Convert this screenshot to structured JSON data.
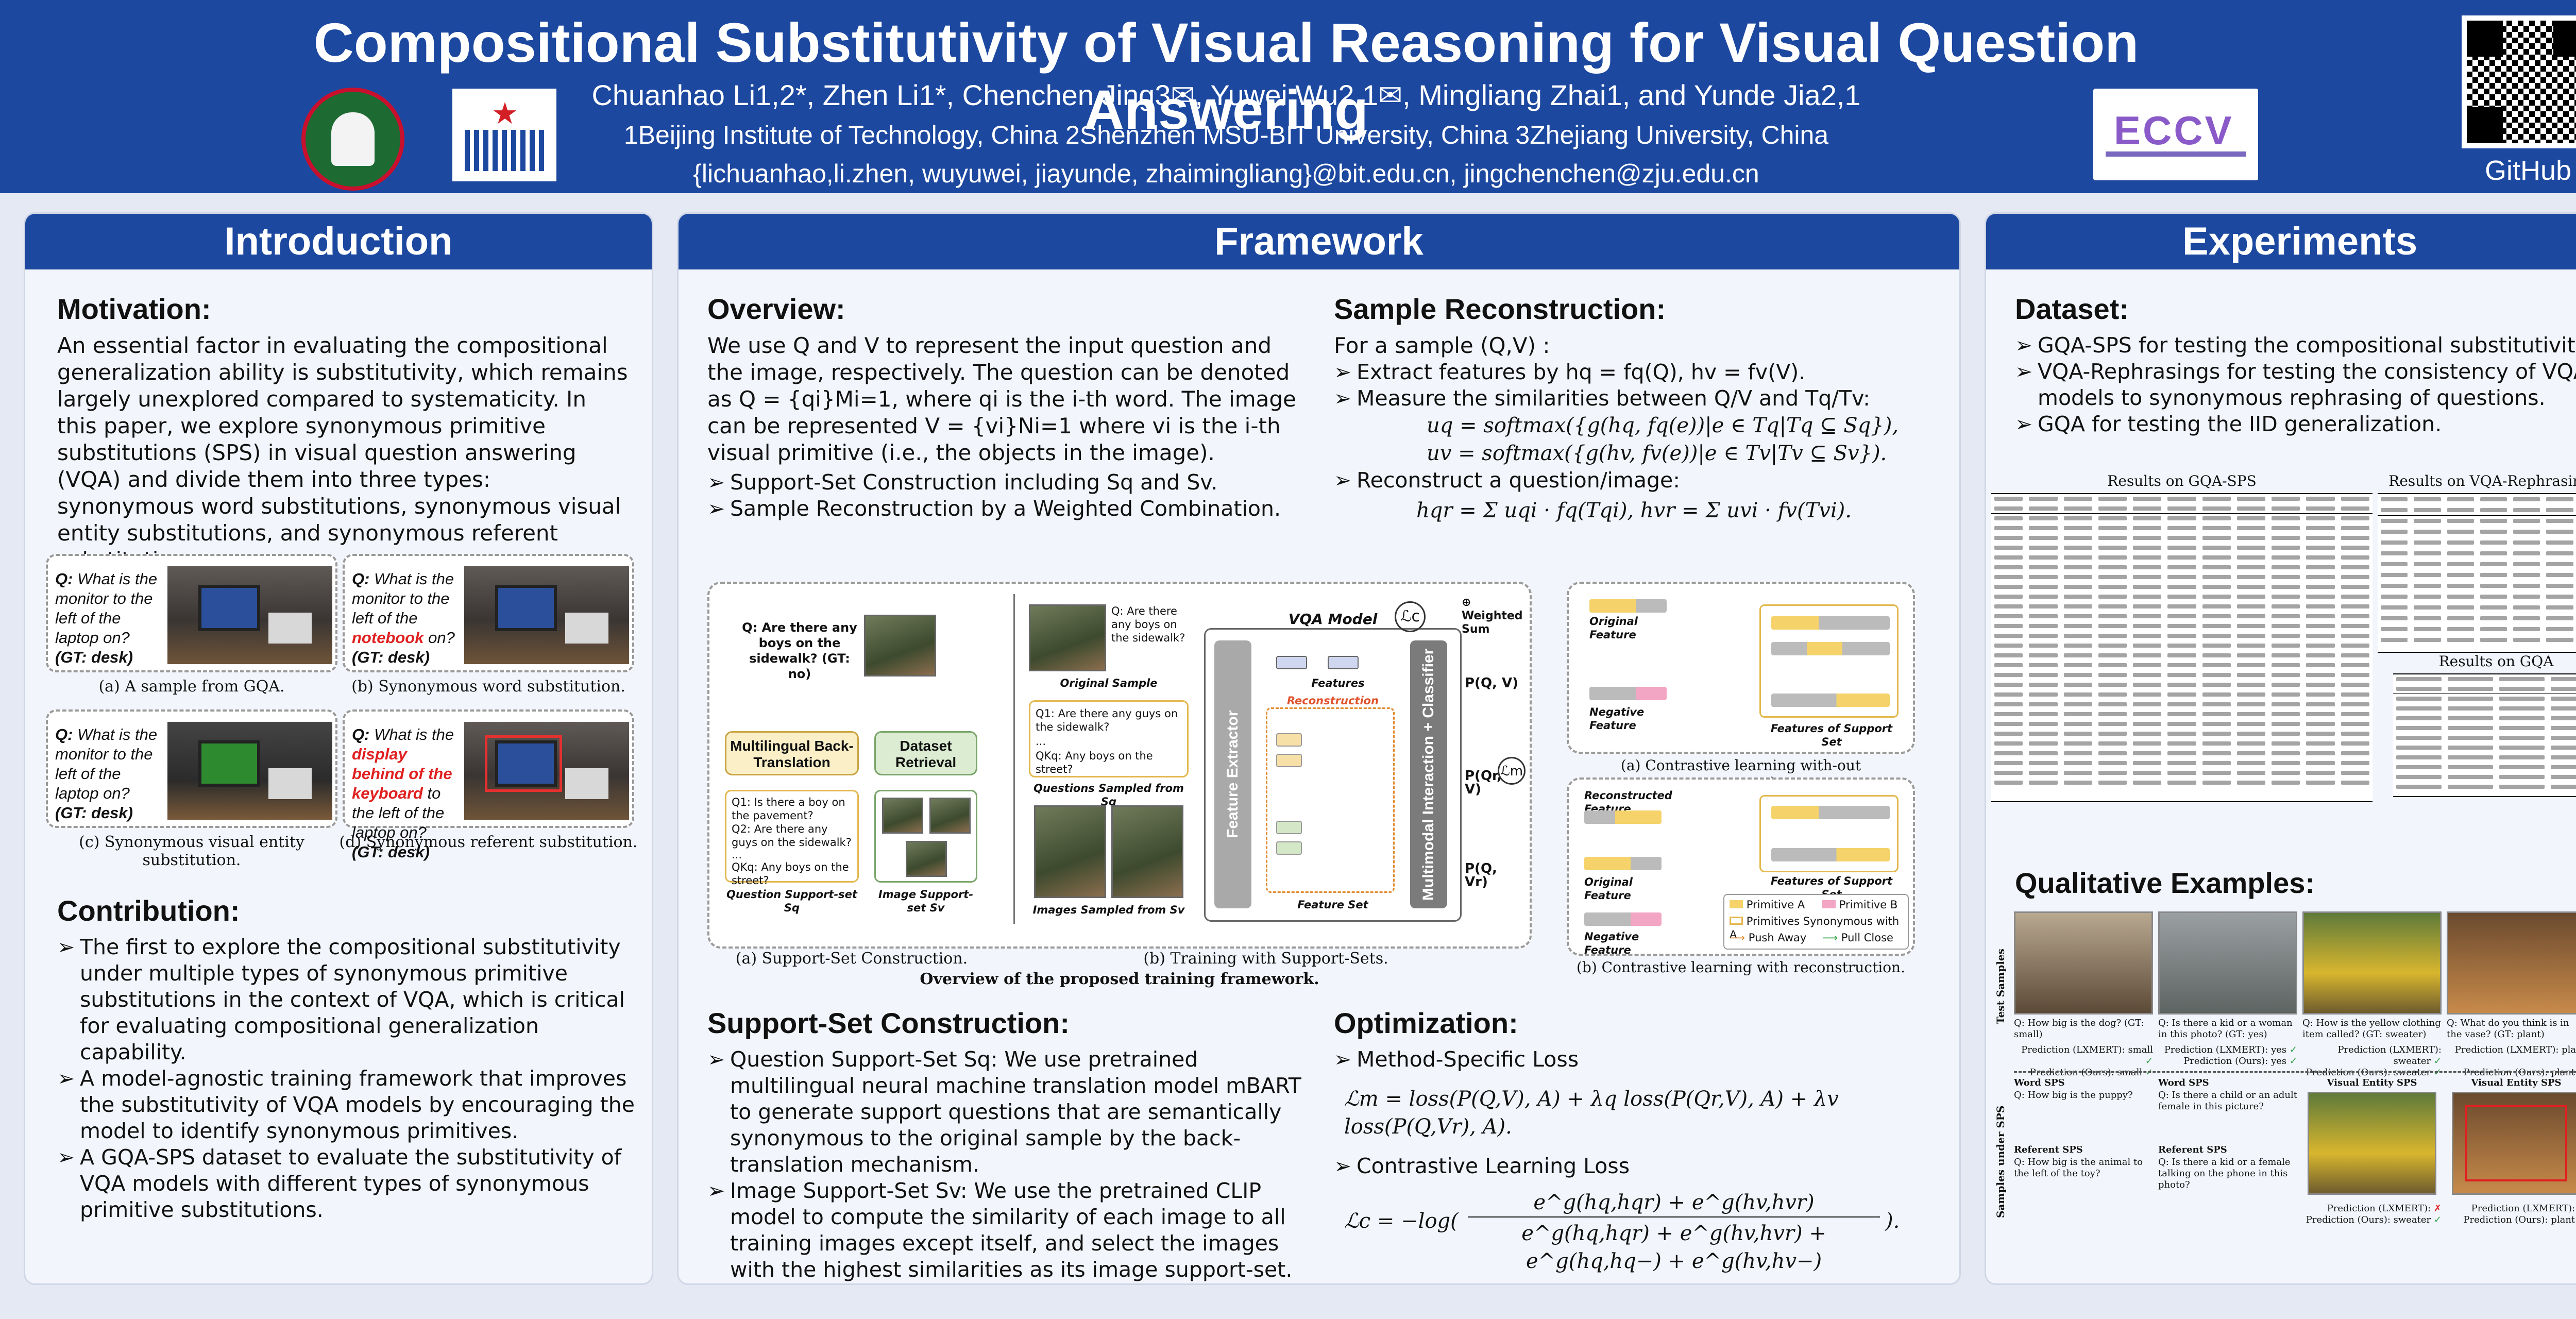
{
  "header": {
    "title": "Compositional Substitutivity of Visual Reasoning for Visual Question Answering",
    "authors": "Chuanhao Li1,2*, Zhen Li1*, Chenchen Jing3✉, Yuwei Wu2,1✉, Mingliang Zhai1, and Yunde Jia2,1",
    "affiliations": "1Beijing Institute of Technology, China 2Shenzhen MSU-BIT University, China 3Zhejiang University, China",
    "emails": "{lichuanhao,li.zhen, wuyuwei, jiayunde, zhaimingliang}@bit.edu.cn, jingchenchen@zju.edu.cn",
    "github_label": "GitHub",
    "conference_mark": "ECCV"
  },
  "introduction": {
    "heading": "Introduction",
    "motivation_title": "Motivation:",
    "motivation_text": "An essential factor in evaluating the compositional generalization ability is substitutivity, which remains largely unexplored compared to systematicity. In this paper, we explore synonymous primitive substitutions (SPS) in visual question answering (VQA) and divide them into three types: synonymous word substitutions, synonymous visual entity substitutions, and synonymous referent substitutions.",
    "examples": [
      {
        "q_prefix": "Q:",
        "question": "What is the monitor to the left of the laptop on?",
        "gt": "(GT: desk)",
        "caption": "(a) A sample from GQA."
      },
      {
        "q_prefix": "Q:",
        "question_a": "What is the monitor to the left of the",
        "highlight": "notebook",
        "question_b": "on?",
        "gt": "(GT: desk)",
        "caption": "(b) Synonymous word substitution."
      },
      {
        "q_prefix": "Q:",
        "question": "What is the monitor to the left of the laptop on?",
        "gt": "(GT: desk)",
        "caption": "(c) Synonymous visual entity substitution."
      },
      {
        "q_prefix": "Q:",
        "question_a": "What is the",
        "highlight": "display behind of the keyboard",
        "question_b": "to the left of the laptop on?",
        "gt": "(GT: desk)",
        "caption": "(d) Synonymous referent substitution."
      }
    ],
    "contribution_title": "Contribution:",
    "contributions": [
      "The first to explore the compositional substitutivity under multiple types of synonymous primitive substitutions in the context of VQA, which is critical for evaluating compositional generalization capability.",
      "A model-agnostic training framework that improves the substitutivity of VQA models by encouraging the model to identify synonymous primitives.",
      "A GQA-SPS dataset to evaluate the substitutivity of VQA models with different types of synonymous primitive substitutions."
    ]
  },
  "framework": {
    "heading": "Framework",
    "overview_title": "Overview:",
    "overview_text": "We use Q and V to represent the input question and the image, respectively. The question can be denoted as Q = {qi}Mi=1, where qi is the i-th word. The image can be represented V = {vi}Ni=1 where vi is the i-th visual primitive (i.e., the objects in the image).",
    "overview_bullets": [
      "Support-Set Construction including Sq and Sv.",
      "Sample Reconstruction by a Weighted Combination."
    ],
    "recon_title": "Sample Reconstruction:",
    "recon_intro": "For a sample (Q,V) :",
    "recon_bullet1": "Extract features by hq = fq(Q), hv = fv(V).",
    "recon_bullet2": "Measure the similarities between Q/V and Tq/Tv:",
    "recon_eq1": "uq = softmax({g(hq, fq(e))|e ∈ Tq|Tq ⊆ Sq}),",
    "recon_eq2": "uv = softmax({g(hv, fv(e))|e ∈ Tv|Tv ⊆ Sv}).",
    "recon_bullet3": "Reconstruct a question/image:",
    "recon_eq3": "hqr = Σ uqi · fq(Tqi),  hvr = Σ uvi · fv(Tvi).",
    "figure": {
      "question_box": "Q: Are there any boys on the sidewalk? (GT: no)",
      "mbt_label": "Multilingual Back-Translation",
      "retrieval_label": "Dataset Retrieval",
      "q_support_lines": [
        "Q1: Is there a boy on the pavement?",
        "Q2: Are there any guys on the sidewalk?",
        "...",
        "QKq: Any boys on the street?"
      ],
      "q_support_label": "Question Support-set Sq",
      "img_support_label": "Image Support-set Sv",
      "orig_sample": "Original Sample",
      "orig_q": "Q: Are there any boys on the sidewalk?",
      "sampled_q_label": "Questions Sampled from Sq",
      "sampled_q_lines": [
        "Q1: Are there any guys on the sidewalk?",
        "...",
        "QKq: Any boys on the street?"
      ],
      "sampled_img_label": "Images Sampled from Sv",
      "vqa_model": "VQA Model",
      "feature_extractor": "Feature Extractor",
      "interaction": "Multimodal Interaction + Classifier",
      "features": "Features",
      "reconstruction": "Reconstruction",
      "feature_set": "Feature Set",
      "weighted_sum": "Weighted Sum",
      "outputs": [
        "P(Q, V)",
        "P(Qr, V)",
        "P(Q, Vr)"
      ],
      "cap_a": "(a) Support-Set Construction.",
      "cap_b": "(b) Training with Support-Sets.",
      "caption": "Overview of the proposed training framework."
    },
    "contrast": {
      "original_feature": "Original Feature",
      "negative_feature": "Negative Feature",
      "support_features": "Features of Support Set",
      "cap_a": "(a) Contrastive learning with-out reconstruction.",
      "reconstructed_feature": "Reconstructed Feature",
      "legend": [
        "Primitive A",
        "Primitive B",
        "Primitives Synonymous with A",
        "Push Away",
        "Pull Close"
      ],
      "cap_b": "(b) Contrastive learning with reconstruction."
    },
    "support_title": "Support-Set Construction:",
    "support_bullets": [
      "Question Support-Set Sq: We use pretrained multilingual neural machine translation model mBART to generate support questions that are semantically synonymous to the original sample by the back-translation mechanism.",
      "Image Support-Set Sv: We use the pretrained CLIP model to compute the similarity of each image to all training images except itself, and select the images with the highest similarities as its image support-set."
    ],
    "opt_title": "Optimization:",
    "opt_bullet1": "Method-Specific Loss",
    "opt_eq1": "ℒm = loss(P(Q,V), A) + λq loss(P(Qr,V), A) + λv loss(P(Q,Vr), A).",
    "opt_bullet2": "Contrastive Learning Loss",
    "opt_eq2_num": "e^g(hq,hqr) + e^g(hv,hvr)",
    "opt_eq2_lhs": "ℒc = −log(",
    "opt_eq2_den": "e^g(hq,hqr) + e^g(hv,hvr) + e^g(hq,hq−) + e^g(hv,hv−)",
    "opt_eq2_rhs": ")."
  },
  "experiments": {
    "heading": "Experiments",
    "dataset_title": "Dataset:",
    "dataset_bullets": [
      "GQA-SPS for testing the compositional substitutivity.",
      "VQA-Rephrasings for testing the consistency of VQA models to synonymous rephrasing of questions.",
      "GQA for testing the IID generalization."
    ],
    "table1_title": "Results on GQA-SPS",
    "table2_title": "Results on VQA-Rephrasings",
    "table3_title": "Results on GQA",
    "qual_title": "Qualitative Examples:",
    "qual_rows": [
      "Test Samples",
      "Samples under SPS"
    ],
    "qual_captions": [
      "Q: How big is the dog? (GT: small)",
      "Q: Is there a kid or a woman in this photo? (GT: yes)",
      "Q: How is the yellow clothing item called? (GT: sweater)",
      "Q: What do you think is in the vase? (GT: plant)"
    ],
    "qual_sps_labels": [
      "Word SPS",
      "Word SPS",
      "Visual Entity SPS",
      "Visual Entity SPS"
    ],
    "qual_sps_questions": [
      "Q: How big is the puppy?",
      "Q: Is there a child or an adult female in this picture?"
    ],
    "qual_ref_labels": [
      "Referent SPS",
      "Referent SPS"
    ],
    "qual_ref_questions": [
      "Q: How big is the animal to the left of the toy?",
      "Q: Is there a kid or a female talking on the phone in this photo?"
    ],
    "pred_lxmert": "Prediction (LXMERT):",
    "pred_ours": "Prediction (Ours):",
    "pred_values": [
      "small",
      "small",
      "yes",
      "yes",
      "sweater",
      "sweater",
      "plant",
      "plant"
    ]
  },
  "colors": {
    "brand": "#1c48a0",
    "panel": "#f2f5fb",
    "accent_red": "#e02020",
    "feature_extractor": "#a9a9a9",
    "interaction": "#7b7b7b"
  }
}
